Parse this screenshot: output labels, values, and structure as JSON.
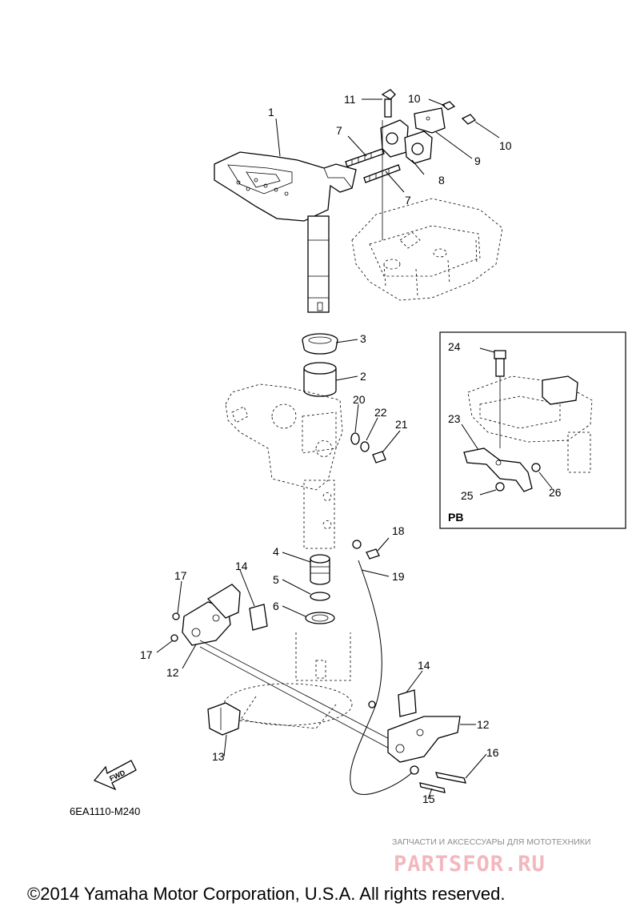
{
  "diagram": {
    "labels": {
      "p1": "1",
      "p2": "2",
      "p3": "3",
      "p4": "4",
      "p5": "5",
      "p6": "6",
      "p7a": "7",
      "p7b": "7",
      "p8": "8",
      "p9": "9",
      "p10a": "10",
      "p10b": "10",
      "p11": "11",
      "p12a": "12",
      "p12b": "12",
      "p13": "13",
      "p14a": "14",
      "p14b": "14",
      "p15": "15",
      "p16": "16",
      "p17a": "17",
      "p17b": "17",
      "p18": "18",
      "p19": "19",
      "p20": "20",
      "p21": "21",
      "p22": "22",
      "p23": "23",
      "p24": "24",
      "p25": "25",
      "p26": "26"
    },
    "inset_label": "PB",
    "fwd_label": "FWD",
    "diagram_code": "6EA1110-M240"
  },
  "watermark": {
    "line": "ЗАПЧАСТИ И АКСЕССУАРЫ ДЛЯ МОТОТЕХНИКИ",
    "brand": "PARTSFOR.RU"
  },
  "copyright": "©2014 Yamaha Motor Corporation, U.S.A. All rights reserved.",
  "colors": {
    "ink": "#000000",
    "watermark_brand": "#f2b8bd",
    "watermark_text": "#8c8c8c"
  }
}
